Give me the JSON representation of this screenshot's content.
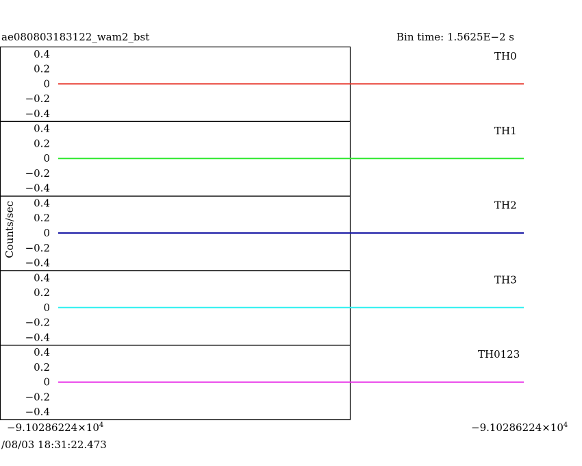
{
  "header": {
    "source_name": "ae080803183122_wam2_bst",
    "bin_time": "Bin time: 1.5625E−2 s"
  },
  "chart_data": {
    "type": "line",
    "ylabel": "Counts/sec",
    "yticks": [
      "0.4",
      "0.2",
      "0",
      "−0.2",
      "−0.4"
    ],
    "ytick_values": [
      0.4,
      0.2,
      0,
      -0.2,
      -0.4
    ],
    "ylim": [
      -0.5,
      0.5
    ],
    "x_start_label": "−9.10286224×10",
    "x_end_label": "−9.10286224×10",
    "x_exponent": "4",
    "x_start_overlap_label": "−9.10",
    "date_label": "/08/03 18:31:22.473",
    "grid": false,
    "panels": [
      {
        "name": "TH0",
        "color": "#e8372c",
        "values": [
          0,
          0
        ]
      },
      {
        "name": "TH1",
        "color": "#2ee82e",
        "values": [
          0,
          0
        ]
      },
      {
        "name": "TH2",
        "color": "#1a1aa6",
        "values": [
          0,
          0
        ]
      },
      {
        "name": "TH3",
        "color": "#2ef0f0",
        "values": [
          0,
          0
        ]
      },
      {
        "name": "TH0123",
        "color": "#e82ee8",
        "values": [
          0,
          0
        ]
      }
    ]
  }
}
